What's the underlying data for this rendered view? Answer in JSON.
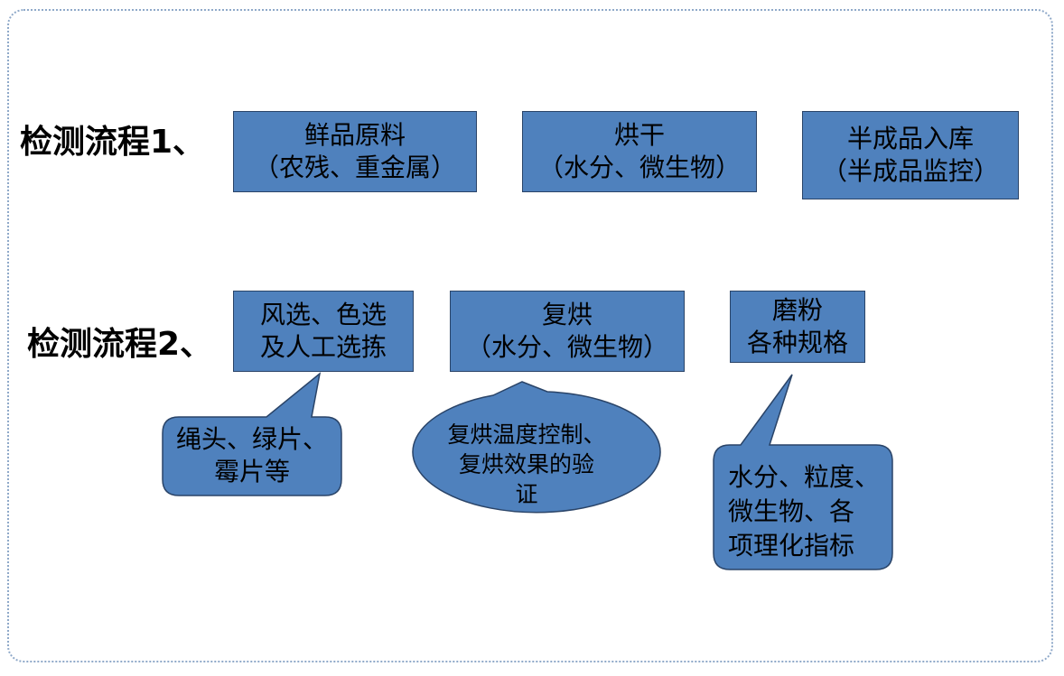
{
  "flow1": {
    "label": "检测流程1、",
    "steps": [
      {
        "line1": "鲜品原料",
        "line2": "（农残、重金属）"
      },
      {
        "line1": "烘干",
        "line2": "（水分、微生物）"
      },
      {
        "line1": "半成品入库",
        "line2": "（半成品监控）"
      }
    ]
  },
  "flow2": {
    "label": "检测流程2、",
    "steps": [
      {
        "line1": "风选、色选",
        "line2": "及人工选拣"
      },
      {
        "line1": "复烘",
        "line2": "（水分、微生物）"
      },
      {
        "line1": "磨粉",
        "line2": "各种规格"
      }
    ],
    "callouts": [
      {
        "lines": [
          "绳头、绿片、",
          "霉片等"
        ]
      },
      {
        "lines": [
          "复烘温度控制、",
          "复烘效果的验",
          "证"
        ]
      },
      {
        "lines": [
          "水分、粒度、",
          "微生物、各",
          "项理化指标"
        ]
      }
    ]
  },
  "colors": {
    "box_fill": "#4f81bd",
    "box_border": "#2a4468",
    "frame_border": "#8fa9c9"
  }
}
